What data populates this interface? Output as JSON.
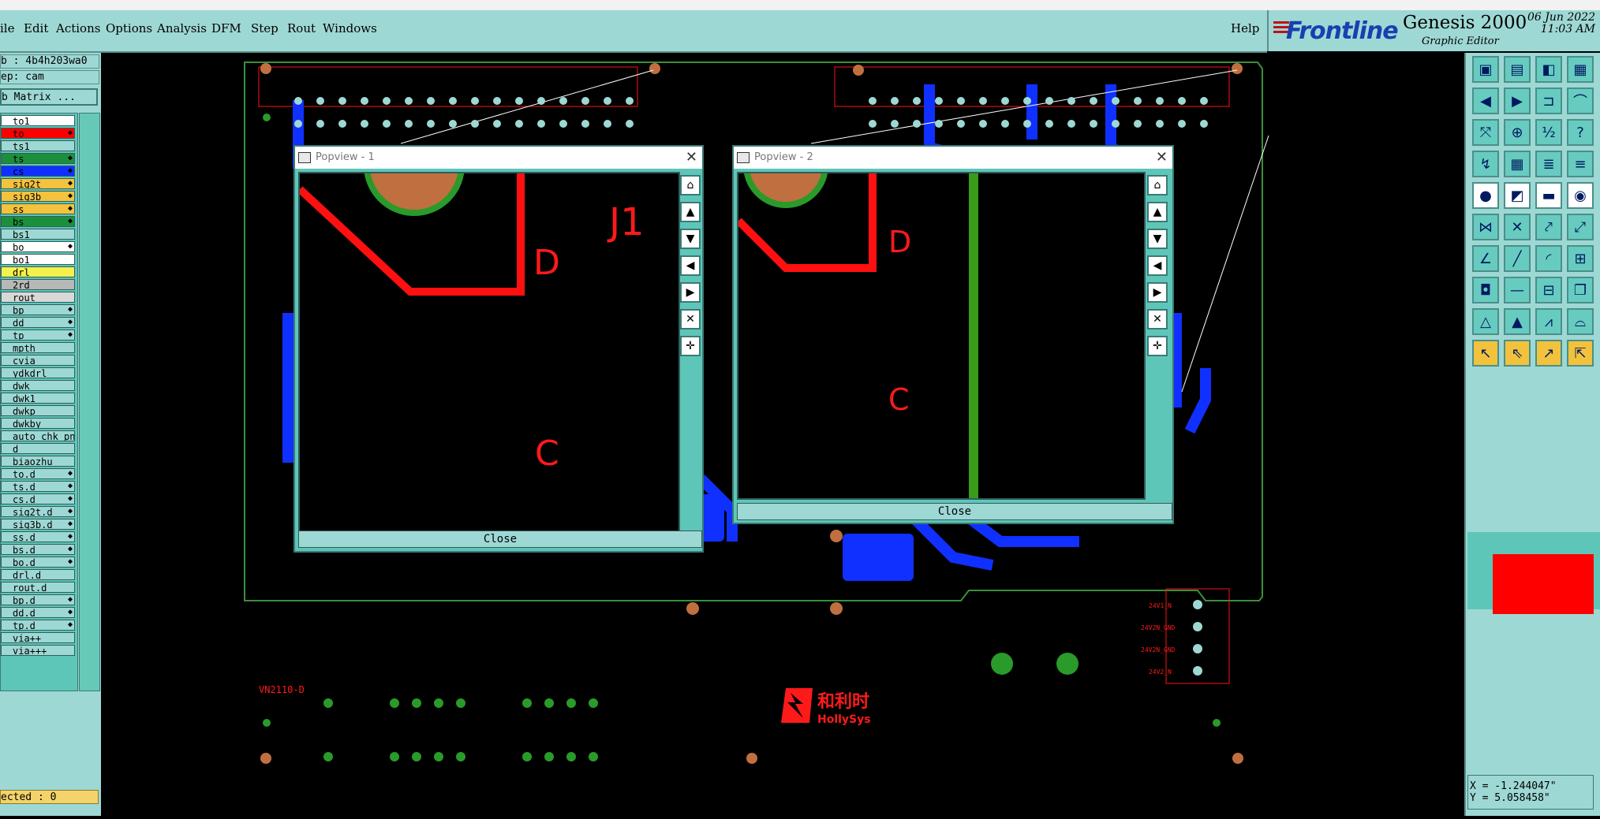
{
  "menubar": {
    "items": [
      "ile",
      "Edit",
      "Actions",
      "Options",
      "Analysis",
      "DFM",
      "Step",
      "Rout",
      "Windows"
    ],
    "help": "Help"
  },
  "brand": {
    "logo": "Frontline",
    "product": "Genesis 2000",
    "subtitle": "Graphic Editor",
    "date": "06 Jun 2022",
    "time": "11:03 AM"
  },
  "leftpanel": {
    "job": "b : 4b4h203wa0",
    "step": "ep: cam",
    "matrix_button": "b Matrix ...",
    "layers": [
      {
        "name": "to1",
        "color": "#ffffff",
        "arrow": ""
      },
      {
        "name": "to",
        "color": "#ff0000",
        "arrow": "◆"
      },
      {
        "name": "ts1",
        "color": "#9ed8d4",
        "arrow": ""
      },
      {
        "name": "ts",
        "color": "#1c8f3c",
        "arrow": "◆"
      },
      {
        "name": "cs",
        "color": "#1030ff",
        "arrow": "◆"
      },
      {
        "name": "sig2t",
        "color": "#f4c23c",
        "arrow": "◆"
      },
      {
        "name": "sig3b",
        "color": "#f4c23c",
        "arrow": "◆"
      },
      {
        "name": "ss",
        "color": "#f4c23c",
        "arrow": "◆"
      },
      {
        "name": "bs",
        "color": "#1c8f3c",
        "arrow": "◆"
      },
      {
        "name": "bs1",
        "color": "#9ed8d4",
        "arrow": ""
      },
      {
        "name": "bo",
        "color": "#ffffff",
        "arrow": "◆"
      },
      {
        "name": "bo1",
        "color": "#ffffff",
        "arrow": ""
      },
      {
        "name": "drl",
        "color": "#f4f04c",
        "arrow": ""
      },
      {
        "name": "2rd",
        "color": "#b8b8b8",
        "arrow": ""
      },
      {
        "name": "rout",
        "color": "#d8d8d8",
        "arrow": ""
      },
      {
        "name": "bp",
        "color": "#9ed8d4",
        "arrow": "◆"
      },
      {
        "name": "dd",
        "color": "#9ed8d4",
        "arrow": "◆"
      },
      {
        "name": "tp",
        "color": "#9ed8d4",
        "arrow": "◆"
      },
      {
        "name": "mpth",
        "color": "#9ed8d4",
        "arrow": ""
      },
      {
        "name": "cvia",
        "color": "#9ed8d4",
        "arrow": ""
      },
      {
        "name": "ydkdrl",
        "color": "#9ed8d4",
        "arrow": ""
      },
      {
        "name": "dwk",
        "color": "#9ed8d4",
        "arrow": ""
      },
      {
        "name": "dwk1",
        "color": "#9ed8d4",
        "arrow": ""
      },
      {
        "name": "dwkp",
        "color": "#9ed8d4",
        "arrow": ""
      },
      {
        "name": "dwkby",
        "color": "#9ed8d4",
        "arrow": ""
      },
      {
        "name": "auto_chk_pn",
        "color": "#9ed8d4",
        "arrow": ""
      },
      {
        "name": "d",
        "color": "#9ed8d4",
        "arrow": ""
      },
      {
        "name": "biaozhu",
        "color": "#9ed8d4",
        "arrow": ""
      },
      {
        "name": "to.d",
        "color": "#9ed8d4",
        "arrow": "◆"
      },
      {
        "name": "ts.d",
        "color": "#9ed8d4",
        "arrow": "◆"
      },
      {
        "name": "cs.d",
        "color": "#9ed8d4",
        "arrow": "◆"
      },
      {
        "name": "sig2t.d",
        "color": "#9ed8d4",
        "arrow": "◆"
      },
      {
        "name": "sig3b.d",
        "color": "#9ed8d4",
        "arrow": "◆"
      },
      {
        "name": "ss.d",
        "color": "#9ed8d4",
        "arrow": "◆"
      },
      {
        "name": "bs.d",
        "color": "#9ed8d4",
        "arrow": "◆"
      },
      {
        "name": "bo.d",
        "color": "#9ed8d4",
        "arrow": "◆"
      },
      {
        "name": "drl.d",
        "color": "#9ed8d4",
        "arrow": ""
      },
      {
        "name": "rout.d",
        "color": "#9ed8d4",
        "arrow": ""
      },
      {
        "name": "bp.d",
        "color": "#9ed8d4",
        "arrow": "◆"
      },
      {
        "name": "dd.d",
        "color": "#9ed8d4",
        "arrow": "◆"
      },
      {
        "name": "tp.d",
        "color": "#9ed8d4",
        "arrow": "◆"
      },
      {
        "name": "via++",
        "color": "#9ed8d4",
        "arrow": ""
      },
      {
        "name": "via+++",
        "color": "#9ed8d4",
        "arrow": ""
      }
    ],
    "selected": "ected : 0"
  },
  "popview1": {
    "title": "Popview - 1",
    "close": "Close",
    "label_j1": "J1",
    "label_d": "D",
    "label_c": "C"
  },
  "popview2": {
    "title": "Popview - 2",
    "close": "Close",
    "label_d": "D",
    "label_c": "C"
  },
  "board": {
    "silkscreen": "VN2110-D",
    "logo_cn": "和利时",
    "logo_en": "HollySys",
    "net_labels": [
      "24V1_N",
      "24V2N_GND",
      "24V2N_GND",
      "24V2_N"
    ]
  },
  "coords": {
    "x": "X = -1.244047\"",
    "y": "Y = 5.058458\""
  },
  "colors": {
    "panel": "#9ed8d4",
    "accent": "#5ec6b8",
    "copper": "#1030ff",
    "silk": "#ff0000"
  }
}
